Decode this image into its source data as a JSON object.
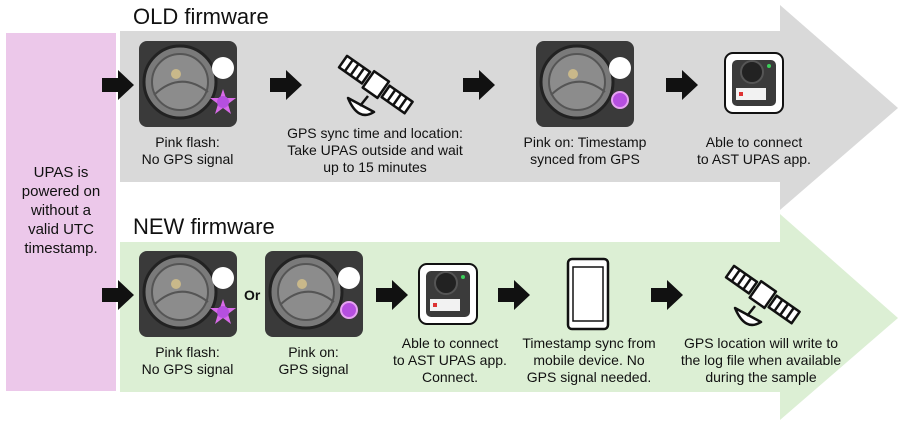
{
  "sidebar": {
    "text": "UPAS is\npowered on\nwithout a\nvalid UTC\ntimestamp."
  },
  "colors": {
    "old_band": "#d9d9d9",
    "new_band": "#dcefd4",
    "sidebar": "#ecc8ea",
    "led_purple": "#b64fe0",
    "arrow": "#111111"
  },
  "old_firmware": {
    "title": "OLD firmware",
    "steps": [
      {
        "icon": "device-pink-flash-icon",
        "caption": "Pink flash:\nNo GPS signal"
      },
      {
        "icon": "satellite-icon",
        "caption": "GPS sync time and location:\nTake UPAS outside and wait\nup to 15 minutes"
      },
      {
        "icon": "device-pink-on-icon",
        "caption": "Pink on: Timestamp\nsynced from GPS"
      },
      {
        "icon": "upas-app-icon",
        "caption": "Able to connect\nto AST UPAS app."
      }
    ]
  },
  "new_firmware": {
    "title": "NEW firmware",
    "or_label": "Or",
    "steps": [
      {
        "icon": "device-pink-flash-icon",
        "caption": "Pink flash:\nNo GPS signal"
      },
      {
        "icon": "device-pink-on-icon",
        "caption": "Pink on:\nGPS signal"
      },
      {
        "icon": "upas-app-icon",
        "caption": "Able to connect\nto AST UPAS app.\nConnect."
      },
      {
        "icon": "phone-icon",
        "caption": "Timestamp sync from\nmobile device. No\nGPS signal needed."
      },
      {
        "icon": "satellite-icon",
        "caption": "GPS location will write to\nthe log file when available\nduring the sample"
      }
    ]
  }
}
